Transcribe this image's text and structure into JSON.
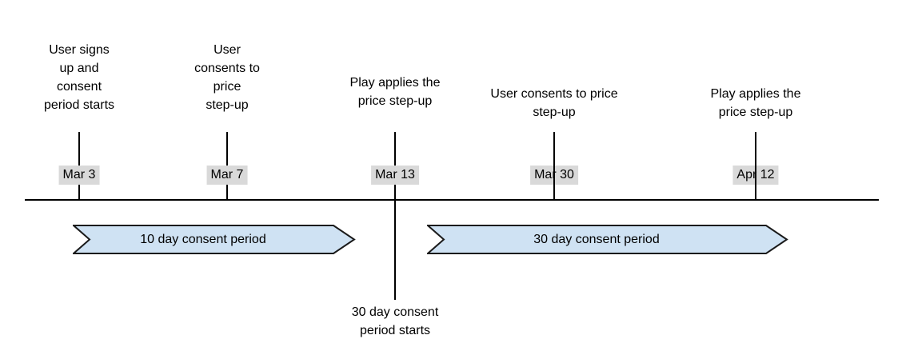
{
  "timeline": {
    "events": [
      {
        "label": "User signs\nup and\nconsent\nperiod starts",
        "date": "Mar 3"
      },
      {
        "label": "User\nconsents to\nprice\nstep-up",
        "date": "Mar 7"
      },
      {
        "label": "Play applies the\nprice step-up",
        "date": "Mar 13"
      },
      {
        "label": "User consents to price\nstep-up",
        "date": "Mar 30"
      },
      {
        "label": "Play applies the\nprice step-up",
        "date": "Apr 12"
      }
    ],
    "periods": [
      {
        "label": "10 day consent period"
      },
      {
        "label": "30 day consent period"
      }
    ],
    "annotations": [
      {
        "label": "30 day consent\nperiod starts"
      }
    ],
    "colors": {
      "period_fill": "#cfe2f3",
      "period_stroke": "#1a1a1a",
      "date_chip_bg": "#d9d9d9",
      "axis_line": "#000000",
      "text": "#000000",
      "background": "#ffffff"
    }
  }
}
